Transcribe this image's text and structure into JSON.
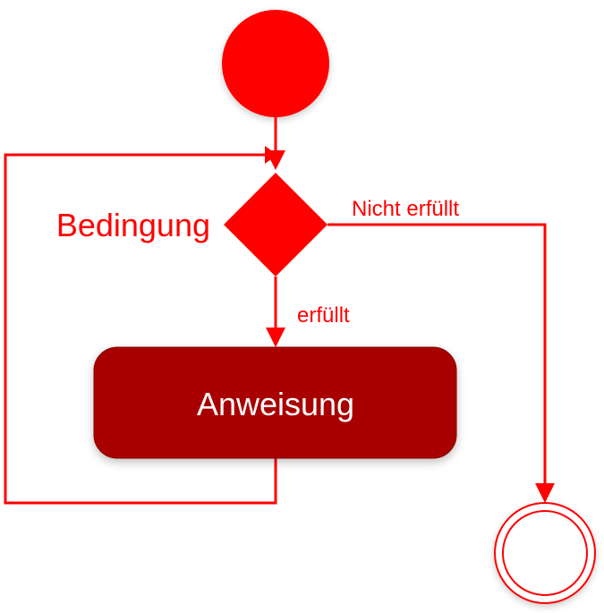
{
  "diagram": {
    "type": "activity-diagram-while-loop",
    "colors": {
      "primary": "#ff0000",
      "action_fill": "#a80000",
      "action_border": "#8a0000",
      "text_on_action": "#ffffff",
      "background": "#ffffff"
    },
    "nodes": {
      "start": {
        "kind": "initial-node"
      },
      "decision": {
        "kind": "decision-node",
        "label": "Bedingung"
      },
      "action": {
        "kind": "action-node",
        "label": "Anweisung"
      },
      "end": {
        "kind": "final-node"
      }
    },
    "edges": {
      "true_label": "erfüllt",
      "false_label": "Nicht erfüllt"
    }
  }
}
